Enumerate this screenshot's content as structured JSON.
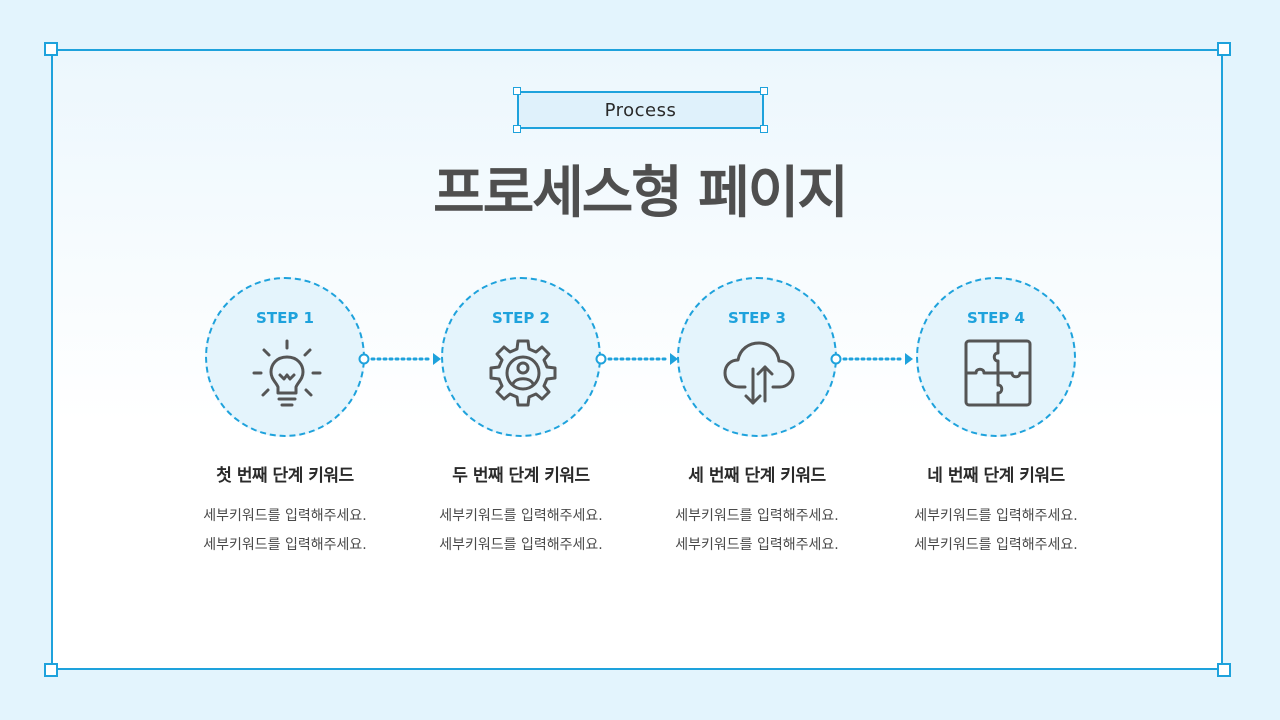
{
  "tag": "Process",
  "title": "프로세스형 페이지",
  "colors": {
    "accent": "#1ea2dc",
    "icon": "#555555",
    "title": "#4f4f4f"
  },
  "steps": [
    {
      "label": "STEP 1",
      "icon": "lightbulb-icon",
      "keyword": "첫 번째 단계 키워드",
      "desc1": "세부키워드를 입력해주세요.",
      "desc2": "세부키워드를 입력해주세요."
    },
    {
      "label": "STEP 2",
      "icon": "gear-user-icon",
      "keyword": "두 번째 단계 키워드",
      "desc1": "세부키워드를 입력해주세요.",
      "desc2": "세부키워드를 입력해주세요."
    },
    {
      "label": "STEP 3",
      "icon": "cloud-sync-icon",
      "keyword": "세 번째 단계 키워드",
      "desc1": "세부키워드를 입력해주세요.",
      "desc2": "세부키워드를 입력해주세요."
    },
    {
      "label": "STEP 4",
      "icon": "puzzle-icon",
      "keyword": "네 번째 단계 키워드",
      "desc1": "세부키워드를 입력해주세요.",
      "desc2": "세부키워드를 입력해주세요."
    }
  ]
}
